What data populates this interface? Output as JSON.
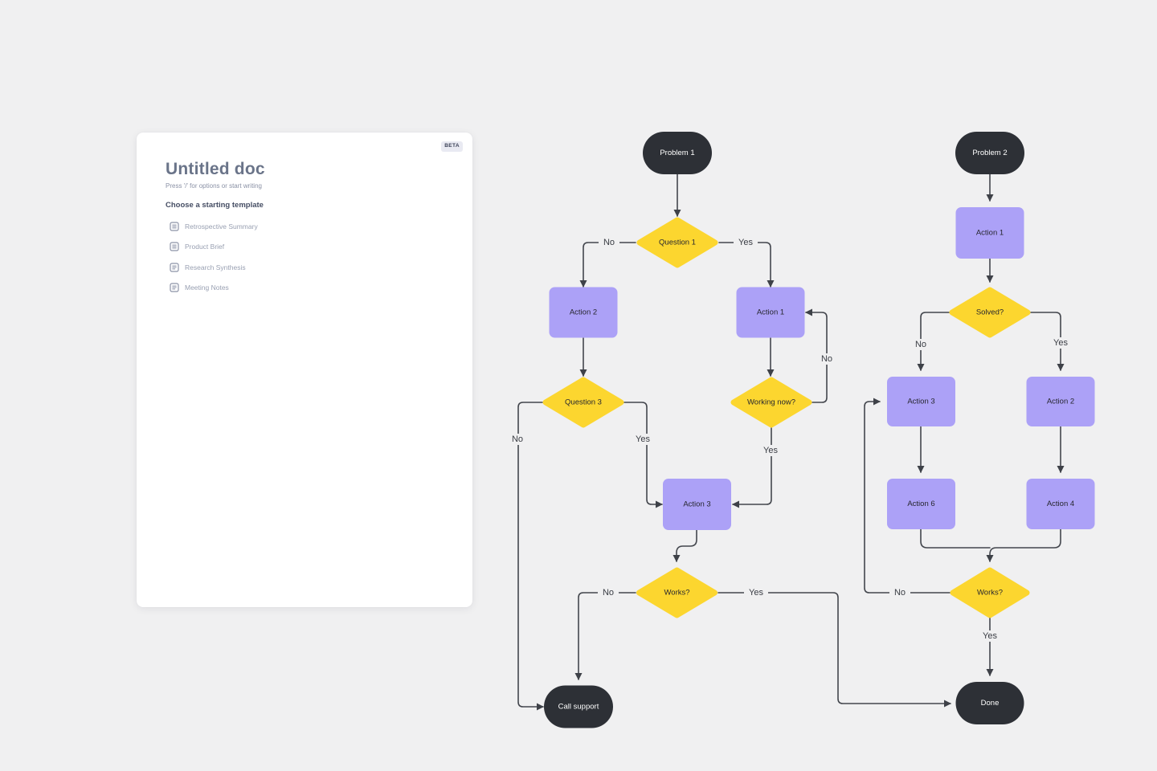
{
  "page": {
    "background_color": "#F0F0F1"
  },
  "doc_panel": {
    "beta_label": "BETA",
    "title": "Untitled doc",
    "placeholder": "Press '/' for options or start writing",
    "templates_heading": "Choose a starting template",
    "templates": [
      "Retrospective Summary",
      "Product Brief",
      "Research Synthesis",
      "Meeting Notes"
    ]
  },
  "flowchart": {
    "colors": {
      "terminal_bg": "#2D3036",
      "terminal_text": "#FFFFFF",
      "action_bg": "#ACA1F7",
      "decision_bg": "#FCD62F",
      "node_text": "#26262E",
      "edge_line": "#43464D",
      "edge_label_text": "#3A3D44"
    },
    "flow1": {
      "start": "Problem 1",
      "q1": "Question 1",
      "action2": "Action 2",
      "action1": "Action 1",
      "q3": "Question 3",
      "working": "Working now?",
      "action3": "Action 3",
      "works": "Works?",
      "support": "Call support"
    },
    "flow2": {
      "start": "Problem 2",
      "action1": "Action 1",
      "solved": "Solved?",
      "action3": "Action 3",
      "action2": "Action 2",
      "action6": "Action 6",
      "action4": "Action 4",
      "works": "Works?",
      "done": "Done"
    },
    "labels": {
      "q1_no": "No",
      "q1_yes": "Yes",
      "q3_no": "No",
      "q3_yes": "Yes",
      "working_no": "No",
      "working_yes": "Yes",
      "works1_no": "No",
      "works1_yes": "Yes",
      "solved_no": "No",
      "solved_yes": "Yes",
      "works2_no": "No",
      "works2_yes": "Yes"
    }
  }
}
